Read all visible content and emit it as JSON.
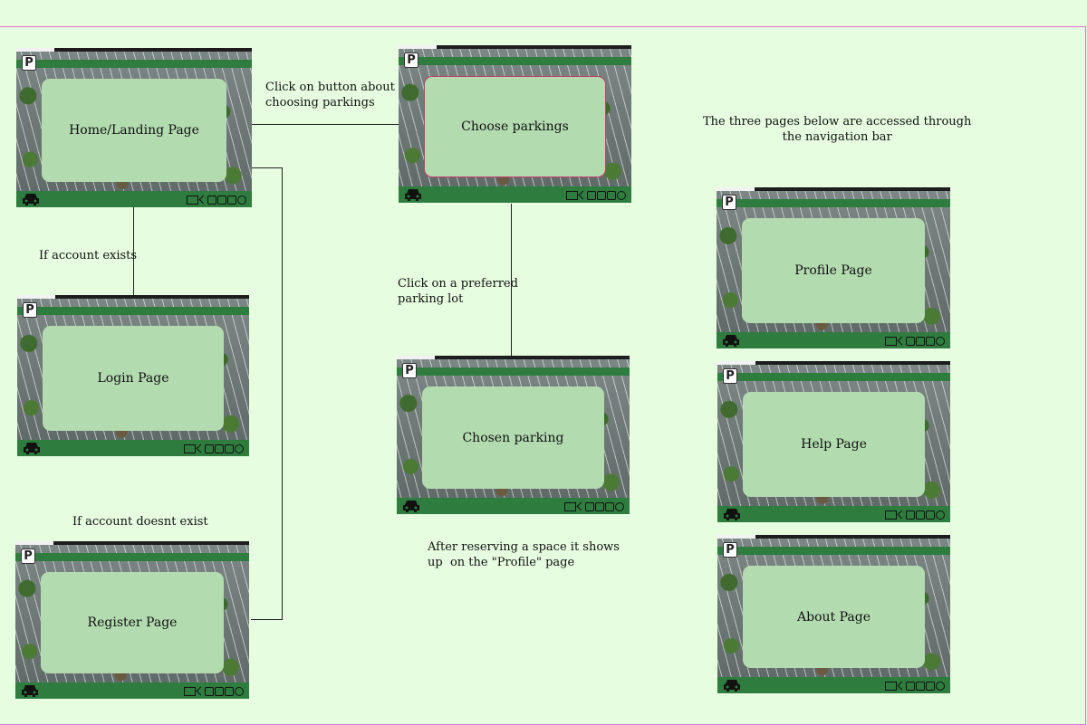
{
  "pages": {
    "home": "Home/Landing Page",
    "choose": "Choose parkings",
    "login": "Login Page",
    "register": "Register Page",
    "chosen": "Chosen parking",
    "profile": "Profile Page",
    "help": "Help Page",
    "about": "About Page"
  },
  "logo_letter": "P",
  "captions": {
    "click_button": "Click on button about\nchoosing parkings",
    "account_exists": "If account exists",
    "account_not_exists": "If account doesnt exist",
    "click_lot": "Click on a preferred\nparking lot",
    "after_reserving": "After reserving a space it shows\nup  on the \"Profile\" page",
    "nav_pages": "The three pages below are accessed through\nthe navigation bar"
  },
  "icons": [
    "car-icon",
    "mail-icon",
    "share-icon",
    "facebook-icon",
    "instagram-icon",
    "twitter-icon",
    "pinterest-icon"
  ],
  "colors": {
    "background": "#e6fde0",
    "nav_green": "#2e7d3e",
    "card_green": "#b3dbb0",
    "border_pink": "#d977c9",
    "highlight": "#c73a6e"
  }
}
